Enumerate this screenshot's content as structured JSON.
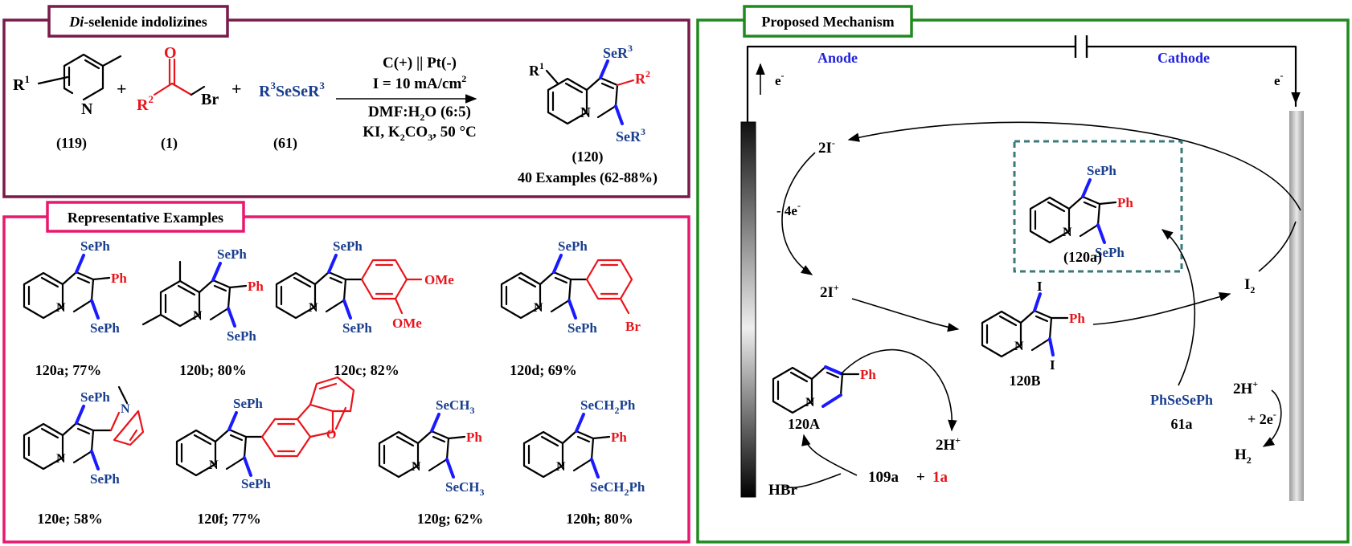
{
  "colors": {
    "panel_synthesis": "#7a1a4a",
    "panel_examples": "#e8186e",
    "panel_mechanism": "#1f8a1f",
    "substituent_blue": "#1a3f8f",
    "substituent_red": "#e8141a",
    "bond_blue": "#1a1aff",
    "electrode_label": "#2222dd"
  },
  "synthesis": {
    "title_em": "Di",
    "title_rest": "-selenide indolizines",
    "r1": "R",
    "r1_sup": "1",
    "n": "N",
    "label_119": "(119)",
    "plus1": "+",
    "o": "O",
    "r2": "R",
    "r2_sup": "2",
    "br": "Br",
    "label_1": "(1)",
    "plus2": "+",
    "diselenide_a": "R",
    "diselenide_sup1": "3",
    "diselenide_b": "SeSeR",
    "diselenide_sup2": "3",
    "label_61": "(61)",
    "cond_1": "C(+) || Pt(-)",
    "cond_2a": "I = 10 mA/cm",
    "cond_2sup": "2",
    "cond_3a": "DMF:H",
    "cond_3sub": "2",
    "cond_3b": "O (6:5)",
    "cond_4a": "KI, K",
    "cond_4sub1": "2",
    "cond_4b": "CO",
    "cond_4sub2": "3",
    "cond_4c": ", 50 °C",
    "prod_se_top": "SeR",
    "prod_se_top_sup": "3",
    "prod_r2": "R",
    "prod_r2_sup": "2",
    "prod_se_bot": "SeR",
    "prod_se_bot_sup": "3",
    "prod_r1": "R",
    "prod_r1_sup": "1",
    "prod_n": "N",
    "label_120": "(120)",
    "examples_count": "40 Examples (62-88%)"
  },
  "examples": {
    "title": "Representative Examples",
    "items": [
      {
        "top": "SePh",
        "side": "Ph",
        "bot": "SePh",
        "label": "120a; 77%"
      },
      {
        "top": "SePh",
        "side": "Ph",
        "bot": "SePh",
        "label": "120b; 80%"
      },
      {
        "top": "SePh",
        "side": "",
        "bot": "SePh",
        "label": "120c; 82%",
        "ome1": "OMe",
        "ome2": "OMe"
      },
      {
        "top": "SePh",
        "side": "",
        "bot": "SePh",
        "label": "120d; 69%",
        "br": "Br"
      },
      {
        "top": "SePh",
        "side": "",
        "bot": "SePh",
        "label": "120e; 58%",
        "n": "N"
      },
      {
        "top": "SePh",
        "side": "",
        "bot": "SePh",
        "label": "120f; 77%",
        "o": "O"
      },
      {
        "top": "SeCH",
        "top_sub": "3",
        "side": "Ph",
        "bot": "SeCH",
        "bot_sub": "3",
        "label": "120g; 62%"
      },
      {
        "top": "SeCH",
        "top_sub": "2",
        "top_tail": "Ph",
        "side": "Ph",
        "bot": "SeCH",
        "bot_sub": "2",
        "bot_tail": "Ph",
        "label": "120h; 80%"
      }
    ],
    "ring_n": "N"
  },
  "mechanism": {
    "title": "Proposed Mechanism",
    "anode": "Anode",
    "cathode": "Cathode",
    "e_left": "e",
    "e_left_sup": "-",
    "e_right": "e",
    "e_right_sup": "-",
    "two_i_minus": "2I",
    "two_i_minus_sup": "-",
    "minus_4e": "- 4e",
    "minus_4e_sup": "-",
    "two_i_plus": "2I",
    "two_i_plus_sup": "+",
    "i2": "I",
    "i2_sub": "2",
    "p120a_top": "SePh",
    "p120a_side": "Ph",
    "p120a_bot": "SePh",
    "p120a_label": "(120a)",
    "i_top": "I",
    "i_bot": "I",
    "b_ph": "Ph",
    "label_120B": "120B",
    "a_ph": "Ph",
    "label_120A": "120A",
    "two_h_plus": "2H",
    "two_h_plus_sup": "+",
    "phsesph": "PhSeSePh",
    "label_61a": "61a",
    "cat_2h": "2H",
    "cat_2h_sup": "+",
    "cat_2e": "+ 2e",
    "cat_2e_sup": "-",
    "h2": "H",
    "h2_sub": "2",
    "hbr": "HBr",
    "r109a": "109a",
    "plus": "+",
    "r1a": "1a",
    "ring_n": "N"
  }
}
